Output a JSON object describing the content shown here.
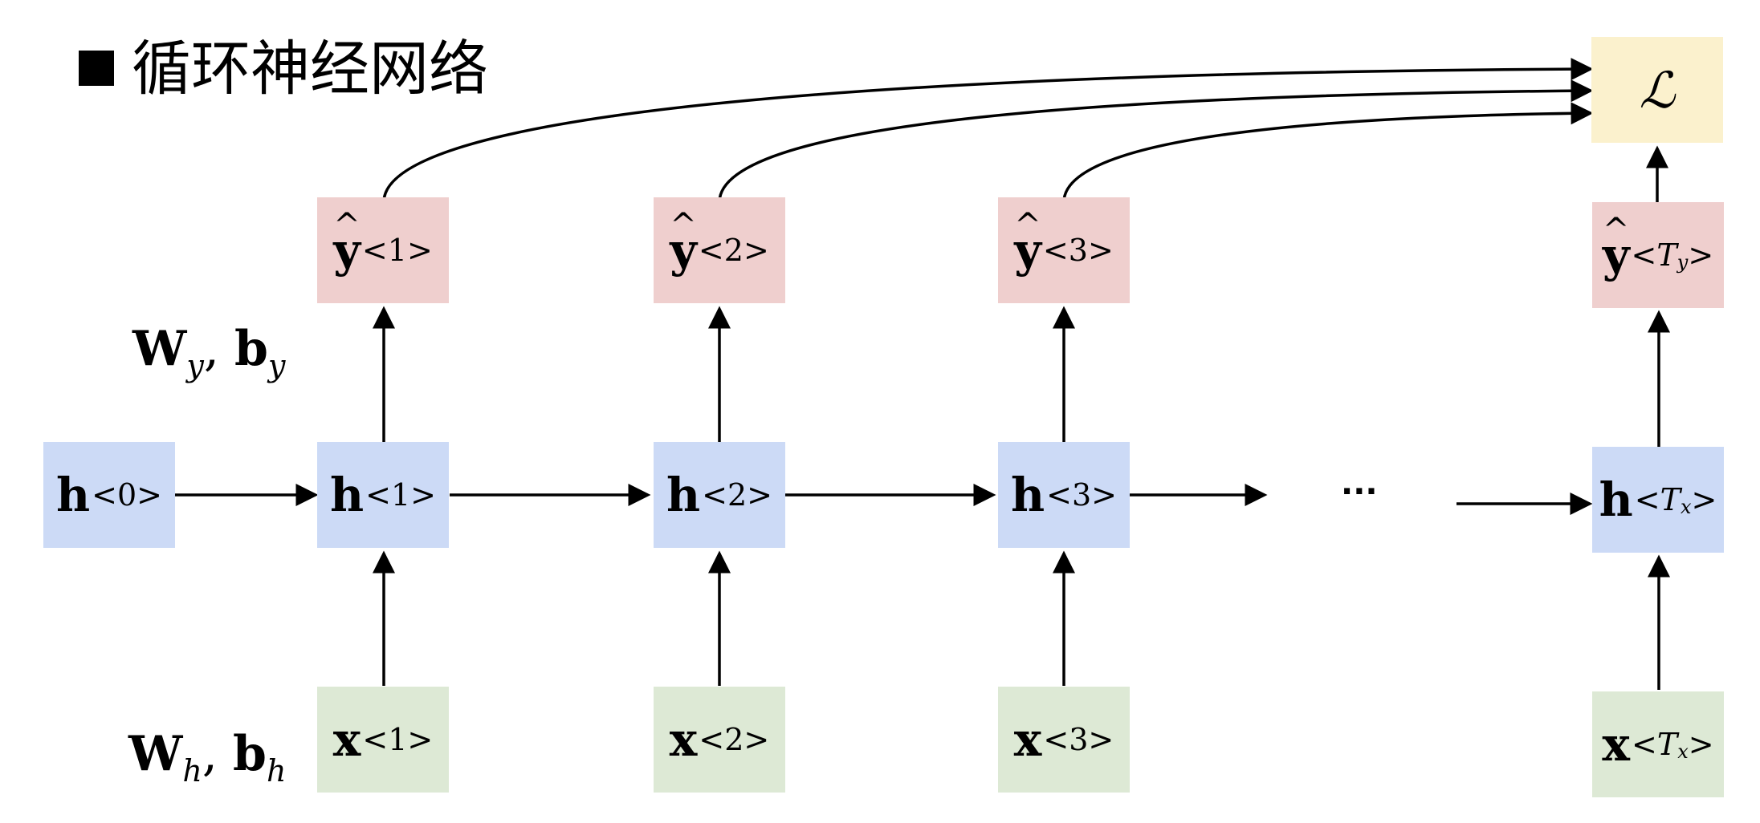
{
  "title": {
    "text": "循环神经网络"
  },
  "nodes": {
    "h0": {
      "base": "h",
      "sup": "<0>"
    },
    "h1": {
      "base": "h",
      "sup": "<1>"
    },
    "h2": {
      "base": "h",
      "sup": "<2>"
    },
    "h3": {
      "base": "h",
      "sup": "<3>"
    },
    "hT": {
      "base": "h",
      "sup_pre": "<",
      "sup_var": "T",
      "sup_sub": "x",
      "sup_post": ">"
    },
    "x1": {
      "base": "x",
      "sup": "<1>"
    },
    "x2": {
      "base": "x",
      "sup": "<2>"
    },
    "x3": {
      "base": "x",
      "sup": "<3>"
    },
    "xT": {
      "base": "x",
      "sup_pre": "<",
      "sup_var": "T",
      "sup_sub": "x",
      "sup_post": ">"
    },
    "y1": {
      "base": "y",
      "sup": "<1>"
    },
    "y2": {
      "base": "y",
      "sup": "<2>"
    },
    "y3": {
      "base": "y",
      "sup": "<3>"
    },
    "yT": {
      "base": "y",
      "sup_pre": "<",
      "sup_var": "T",
      "sup_sub": "y",
      "sup_post": ">"
    },
    "loss": {
      "symbol": "ℒ"
    }
  },
  "params": {
    "output": {
      "w": "W",
      "w_sub": "y",
      "sep": ", ",
      "b": "b",
      "b_sub": "y"
    },
    "hidden": {
      "w": "W",
      "w_sub": "h",
      "sep": ", ",
      "b": "b",
      "b_sub": "h"
    }
  },
  "ellipsis": "···",
  "colors": {
    "hidden": "#ccdaf6",
    "output": "#efcfce",
    "input": "#dde9d5",
    "loss": "#fbf1cd"
  }
}
